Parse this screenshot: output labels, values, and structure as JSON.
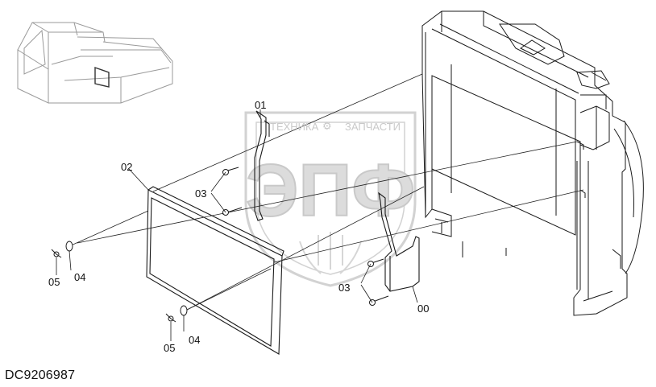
{
  "diagram": {
    "code": "DC9206987",
    "callouts": [
      "01",
      "02",
      "03",
      "03",
      "04",
      "04",
      "05",
      "05",
      "00"
    ]
  },
  "watermark": {
    "line1_left": "ТЕХНИКА",
    "line1_right": "ЗАПЧАСТИ",
    "logo": "ЭПФ"
  },
  "colors": {
    "line": "#1a1a1a",
    "watermark": "#cfcfcf"
  }
}
